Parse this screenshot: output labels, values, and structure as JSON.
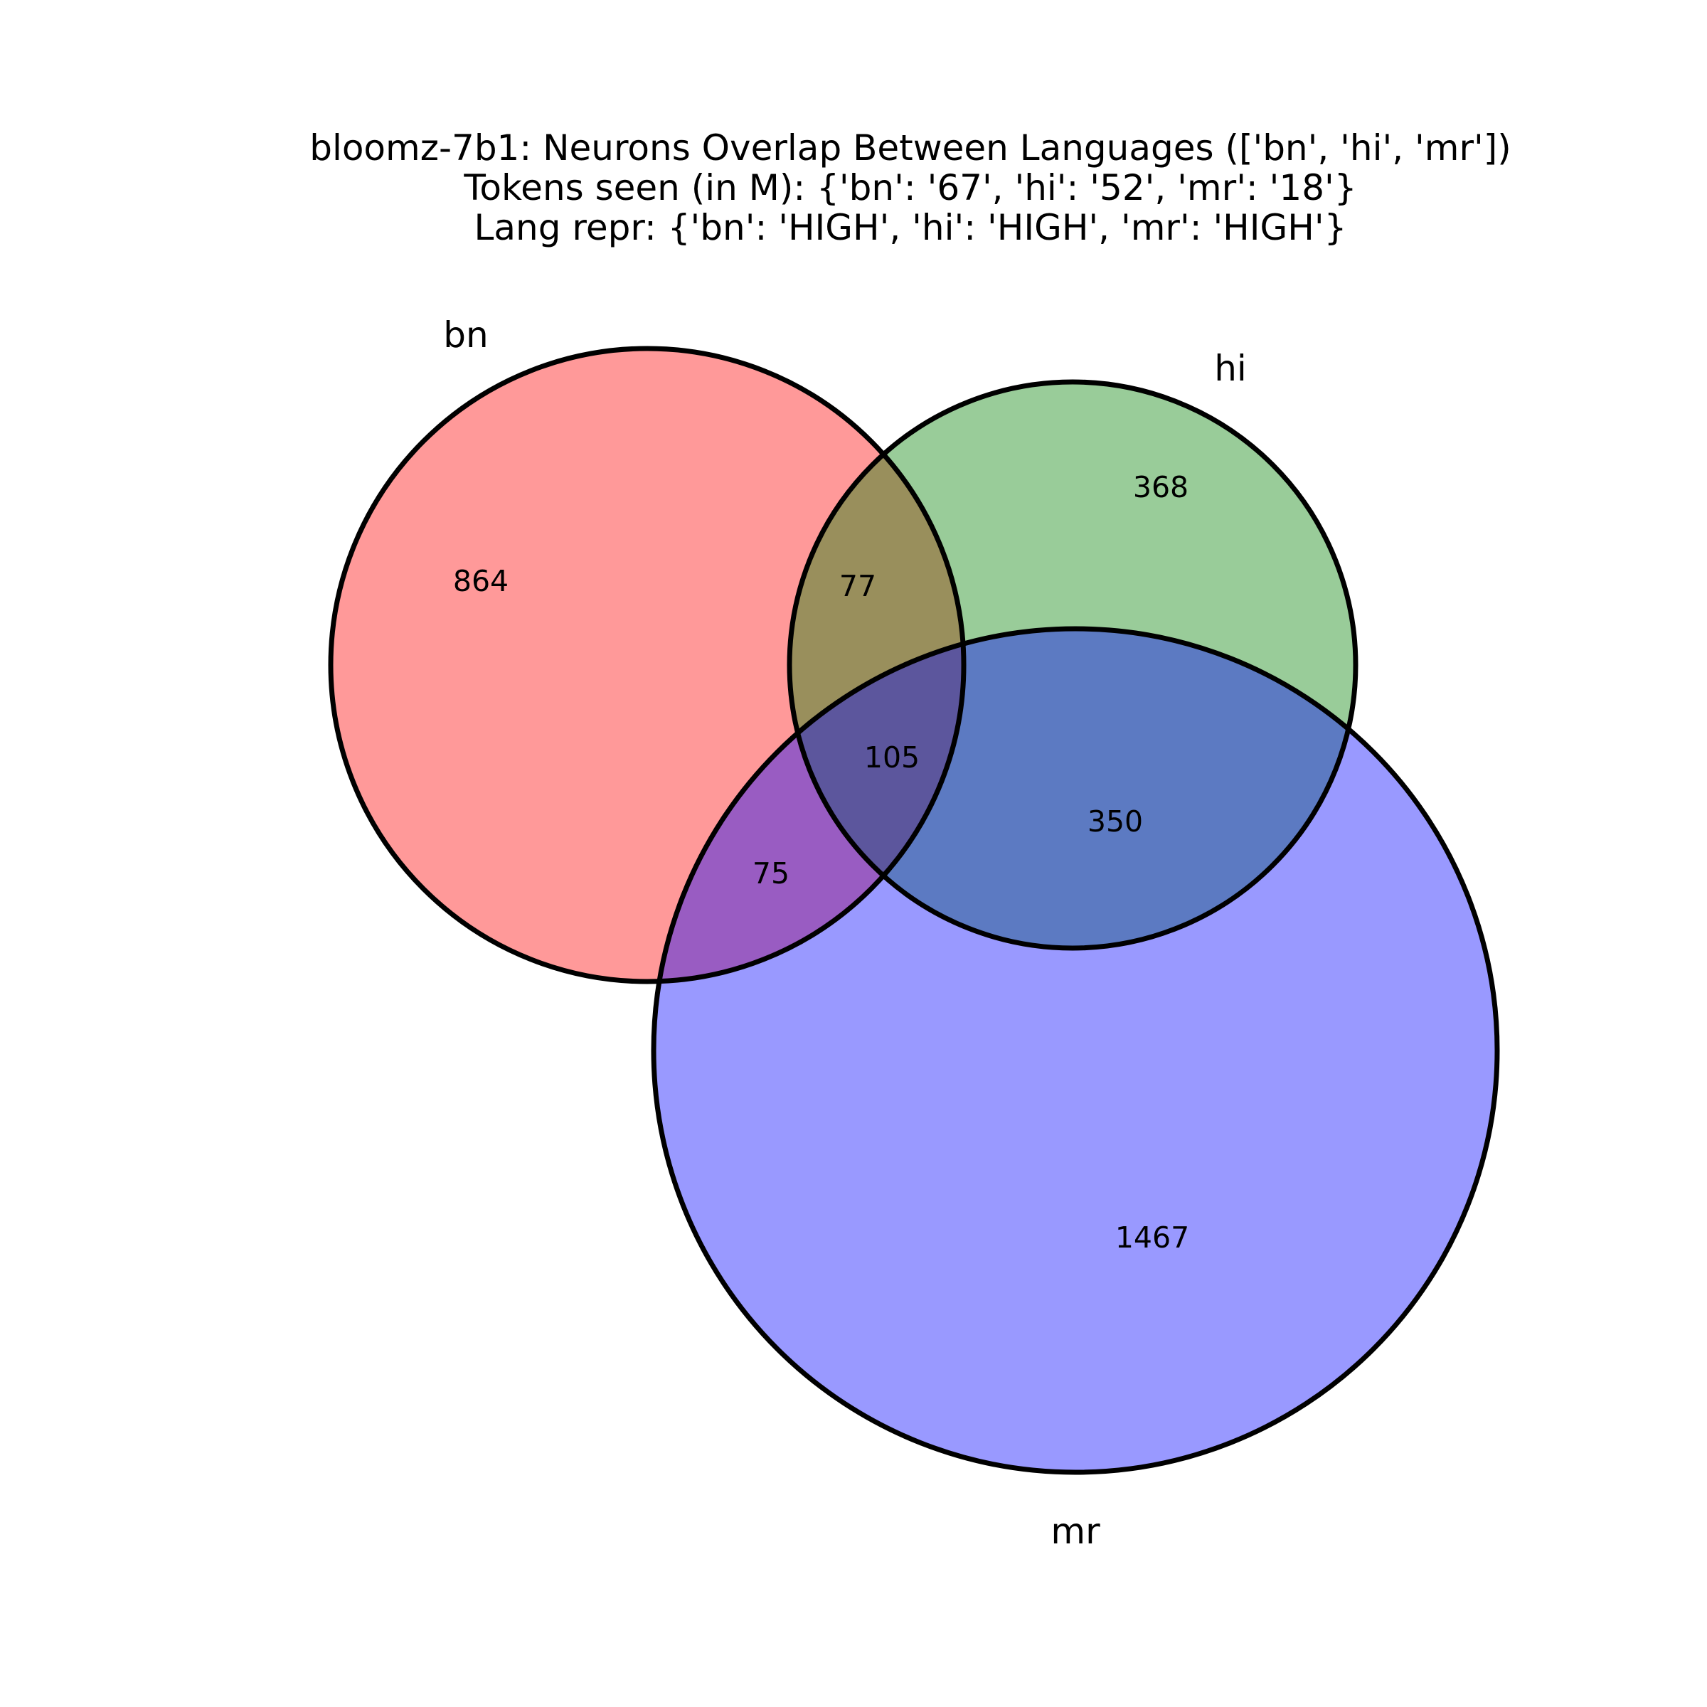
{
  "chart_data": {
    "type": "venn",
    "title_lines": [
      "bloomz-7b1: Neurons Overlap Between Languages (['bn', 'hi', 'mr'])",
      "Tokens seen (in M): {'bn': '67', 'hi': '52', 'mr': '18'}",
      "Lang repr: {'bn': 'HIGH', 'hi': 'HIGH', 'mr': 'HIGH'}"
    ],
    "sets": [
      {
        "key": "bn",
        "label": "bn",
        "color": "#ff0000"
      },
      {
        "key": "hi",
        "label": "hi",
        "color": "#008000"
      },
      {
        "key": "mr",
        "label": "mr",
        "color": "#0000ff"
      }
    ],
    "regions": [
      {
        "sets": [
          "bn"
        ],
        "value": 864
      },
      {
        "sets": [
          "hi"
        ],
        "value": 368
      },
      {
        "sets": [
          "mr"
        ],
        "value": 1467
      },
      {
        "sets": [
          "bn",
          "hi"
        ],
        "value": 77
      },
      {
        "sets": [
          "bn",
          "mr"
        ],
        "value": 75
      },
      {
        "sets": [
          "hi",
          "mr"
        ],
        "value": 350
      },
      {
        "sets": [
          "bn",
          "hi",
          "mr"
        ],
        "value": 105
      }
    ],
    "fill_opacity": 0.4,
    "outline_color": "#000000"
  }
}
